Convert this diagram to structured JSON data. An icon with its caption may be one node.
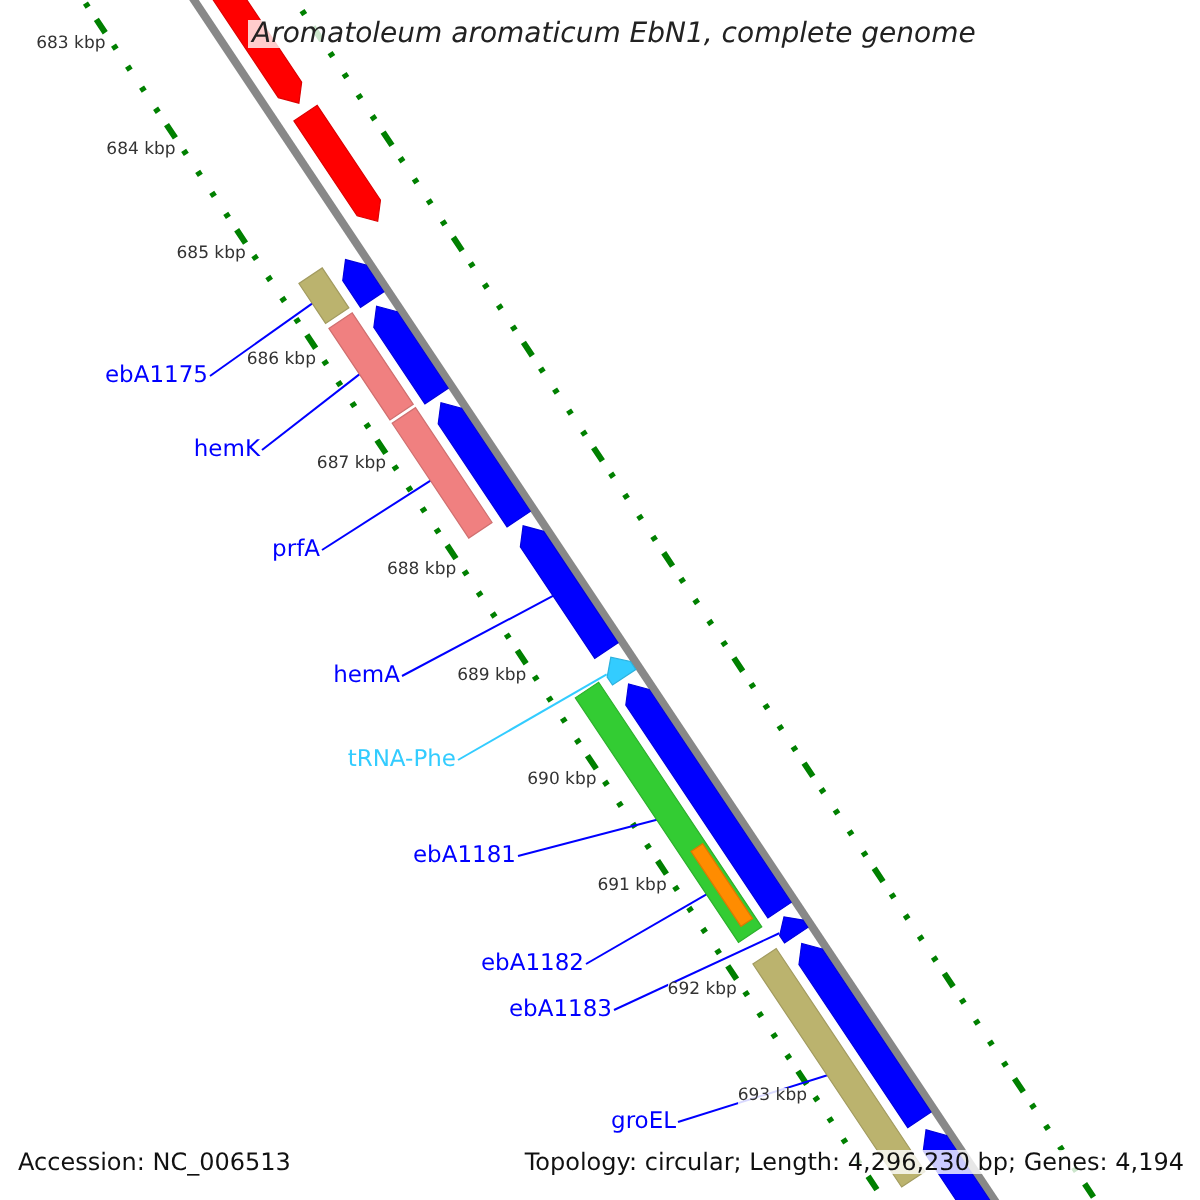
{
  "diagram": {
    "title": "Aromatoleum aromaticum EbN1, complete genome",
    "nodes": [
      {
        "text": [],
        "shape": "pentagon"
      },
      {
        "text": [],
        "shape": "pentagon"
      },
      {
        "text": [],
        "shape": "pentagon"
      },
      {
        "text": [],
        "shape": "bar"
      },
      {
        "text": [],
        "shape": "pentagon"
      },
      {
        "text": [],
        "shape": "bar"
      },
      {
        "text": [],
        "shape": "bar"
      },
      {
        "text": [],
        "shape": "pentagon"
      },
      {
        "text": [],
        "shape": "pentagon"
      },
      {
        "text": [],
        "shape": "pentagon"
      },
      {
        "text": [],
        "shape": "pentagon"
      },
      {
        "text": [],
        "shape": "bar"
      },
      {
        "text": [],
        "shape": "bar",
        "in": 11
      },
      {
        "text": [],
        "shape": "pentagon"
      },
      {
        "text": [],
        "shape": "pentagon"
      },
      {
        "text": [],
        "shape": "bar"
      },
      {
        "text": [],
        "shape": "pentagon"
      },
      {
        "text": [
          "ebA1175"
        ]
      },
      {
        "text": [
          "hemK"
        ]
      },
      {
        "text": [
          "prfA"
        ]
      },
      {
        "text": [
          "hemA"
        ]
      },
      {
        "text": [
          "tRNA-Phe"
        ]
      },
      {
        "text": [
          "ebA1181"
        ]
      },
      {
        "text": [
          "ebA1182"
        ]
      },
      {
        "text": [
          "ebA1183"
        ]
      },
      {
        "text": [
          "groEL"
        ]
      }
    ],
    "edges": [
      {
        "from": 17,
        "to": 3,
        "arrow": "none"
      },
      {
        "from": 18,
        "to": 5,
        "arrow": "none"
      },
      {
        "from": 19,
        "to": 6,
        "arrow": "none"
      },
      {
        "from": 20,
        "to": 8,
        "arrow": "none"
      },
      {
        "from": 21,
        "to": 9,
        "arrow": "none",
        "color": "#33ccff"
      },
      {
        "from": 22,
        "to": 11,
        "arrow": "none"
      },
      {
        "from": 23,
        "to": 12,
        "arrow": "none"
      },
      {
        "from": 24,
        "to": 13,
        "arrow": "none"
      },
      {
        "from": 25,
        "to": 15,
        "arrow": "none"
      }
    ],
    "labels": [
      "683 kbp",
      "684 kbp",
      "685 kbp",
      "686 kbp",
      "687 kbp",
      "688 kbp",
      "689 kbp",
      "690 kbp",
      "691 kbp",
      "692 kbp",
      "693 kbp",
      "Accession: NC_006513",
      "Topology: circular; Length: 4,296,230 bp; Genes: 4,194"
    ]
  }
}
